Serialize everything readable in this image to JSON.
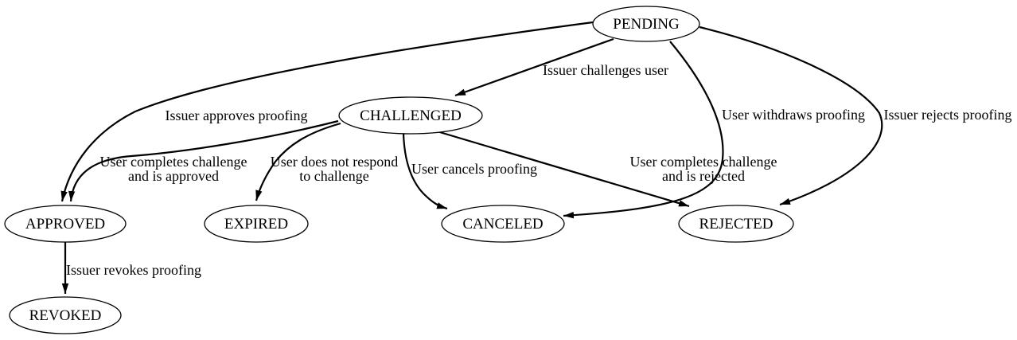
{
  "diagram": {
    "title": "identity-proofing state machine",
    "colors": {
      "background": "#ffffff",
      "stroke": "#000000",
      "text": "#000000"
    },
    "nodes": [
      {
        "id": "pending",
        "label": "PENDING"
      },
      {
        "id": "challenged",
        "label": "CHALLENGED"
      },
      {
        "id": "approved",
        "label": "APPROVED"
      },
      {
        "id": "expired",
        "label": "EXPIRED"
      },
      {
        "id": "canceled",
        "label": "CANCELED"
      },
      {
        "id": "rejected",
        "label": "REJECTED"
      },
      {
        "id": "revoked",
        "label": "REVOKED"
      }
    ],
    "edges": [
      {
        "from": "PENDING",
        "to": "CHALLENGED",
        "label": "Issuer challenges user"
      },
      {
        "from": "PENDING",
        "to": "APPROVED",
        "label": "Issuer approves proofing"
      },
      {
        "from": "PENDING",
        "to": "CANCELED",
        "label": "User withdraws proofing"
      },
      {
        "from": "PENDING",
        "to": "REJECTED",
        "label": "Issuer rejects proofing"
      },
      {
        "from": "CHALLENGED",
        "to": "APPROVED",
        "label_line1": "User completes challenge",
        "label_line2": "and is approved"
      },
      {
        "from": "CHALLENGED",
        "to": "EXPIRED",
        "label_line1": "User does not respond",
        "label_line2": "to challenge"
      },
      {
        "from": "CHALLENGED",
        "to": "CANCELED",
        "label": "User cancels proofing"
      },
      {
        "from": "CHALLENGED",
        "to": "REJECTED",
        "label_line1": "User completes challenge",
        "label_line2": "and is rejected"
      },
      {
        "from": "APPROVED",
        "to": "REVOKED",
        "label": "Issuer revokes proofing"
      }
    ]
  }
}
